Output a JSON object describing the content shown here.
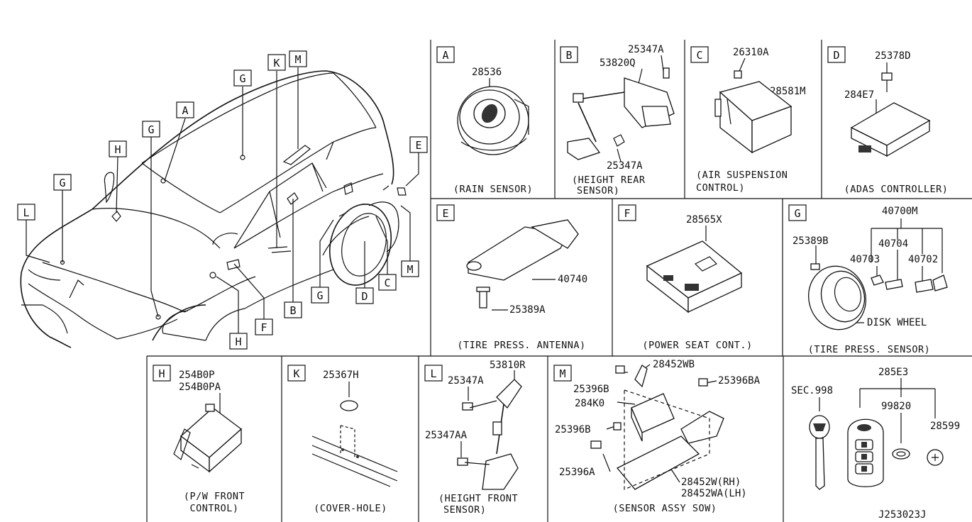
{
  "diagram_id": "J253023J",
  "sec_ref": "SEC.998",
  "car_view": {
    "callouts": [
      "K",
      "M",
      "G",
      "A",
      "G",
      "H",
      "G",
      "L",
      "E",
      "M",
      "C",
      "D",
      "G",
      "B",
      "F",
      "H"
    ]
  },
  "panels": {
    "A": {
      "letter": "A",
      "parts": [
        "28536"
      ],
      "caption": "(RAIN SENSOR)"
    },
    "B": {
      "letter": "B",
      "parts": [
        "25347A",
        "53820Q",
        "25347A"
      ],
      "caption": [
        "(HEIGHT REAR",
        "SENSOR)"
      ]
    },
    "C": {
      "letter": "C",
      "parts": [
        "26310A",
        "28581M"
      ],
      "caption": [
        "(AIR SUSPENSION",
        "CONTROL)"
      ]
    },
    "D": {
      "letter": "D",
      "parts": [
        "25378D",
        "284E7"
      ],
      "caption": "(ADAS CONTROLLER)"
    },
    "E": {
      "letter": "E",
      "parts": [
        "40740",
        "25389A"
      ],
      "caption": "(TIRE PRESS. ANTENNA)"
    },
    "F": {
      "letter": "F",
      "parts": [
        "28565X"
      ],
      "caption": "(POWER SEAT CONT.)"
    },
    "G": {
      "letter": "G",
      "parts": [
        "40700M",
        "25389B",
        "40704",
        "40703",
        "40702"
      ],
      "extra": "DISK WHEEL",
      "caption": "(TIRE PRESS. SENSOR)"
    },
    "H": {
      "letter": "H",
      "parts": [
        "254B0P",
        "254B0PA"
      ],
      "caption": [
        "(P/W FRONT",
        "CONTROL)"
      ]
    },
    "K": {
      "letter": "K",
      "parts": [
        "25367H"
      ],
      "caption": "(COVER-HOLE)"
    },
    "L": {
      "letter": "L",
      "parts": [
        "53810R",
        "25347A",
        "25347AA"
      ],
      "caption": [
        "(HEIGHT FRONT",
        "SENSOR)"
      ]
    },
    "M": {
      "letter": "M",
      "parts": [
        "28452WB",
        "25396B",
        "25396BA",
        "284K0",
        "25396B",
        "25396A",
        "28452W(RH)",
        "28452WA(LH)"
      ],
      "caption": "(SENSOR ASSY SOW)"
    },
    "KEY": {
      "parts": [
        "285E3",
        "99820",
        "28599"
      ]
    }
  }
}
